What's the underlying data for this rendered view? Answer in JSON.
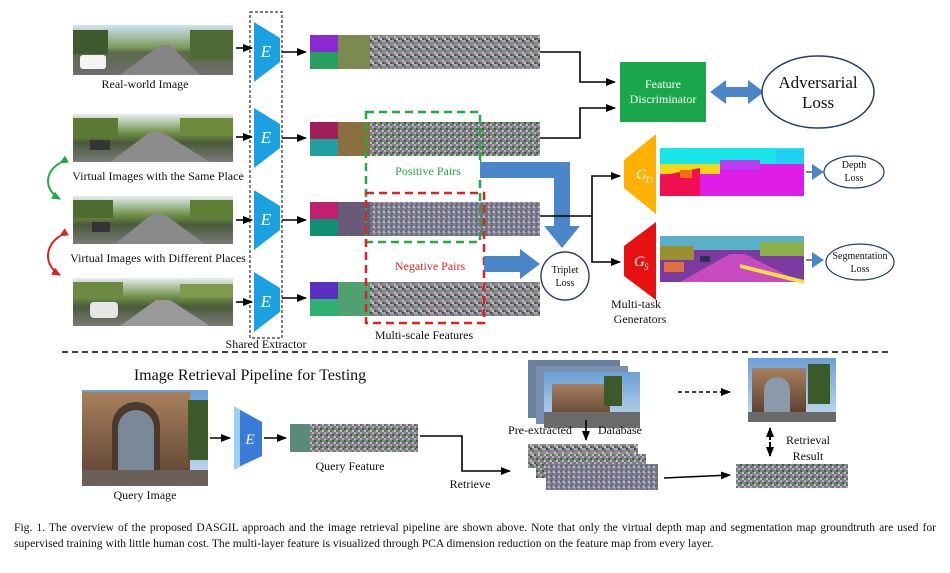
{
  "labels": {
    "real_world_image": "Real-world Image",
    "same_place": "Virtual Images with the Same Place",
    "different_places": "Virtual Images with Different Places",
    "shared_extractor": "Shared Extractor",
    "multi_scale_features": "Multi-scale Features",
    "positive_pairs": "Positive Pairs",
    "negative_pairs": "Negative Pairs",
    "triplet_loss_1": "Triplet",
    "triplet_loss_2": "Loss",
    "feature_discriminator_1": "Feature",
    "feature_discriminator_2": "Discriminator",
    "adversarial_loss_1": "Adversarial",
    "adversarial_loss_2": "Loss",
    "depth_loss_1": "Depth",
    "depth_loss_2": "Loss",
    "segmentation_loss_1": "Segmentation",
    "segmentation_loss_2": "Loss",
    "multitask_1": "Multi-task",
    "multitask_2": "Generators",
    "encoder": "E",
    "gen_depth_letter": "G",
    "gen_depth_sub": "D",
    "gen_seg_letter": "G",
    "gen_seg_sub": "S"
  },
  "pipeline": {
    "title": "Image Retrieval Pipeline for Testing",
    "query_image": "Query Image",
    "query_feature": "Query Feature",
    "retrieve": "Retrieve",
    "pre_extracted": "Pre-extracted",
    "database": "Database",
    "retrieval_1": "Retrieval",
    "retrieval_2": "Result"
  },
  "caption": "Fig. 1.   The overview of the proposed DASGIL approach and the image retrieval pipeline are shown above. Note that only the virtual depth map and segmentation map groundtruth are used for supervised training with little human cost. The multi-layer feature is visualized through PCA dimension reduction on the feature map from every layer.",
  "colors": {
    "encoder_blue": "#1ba1e2",
    "discriminator_green": "#1aa64a",
    "arrow_blue": "#4a86c8",
    "positive_green": "#22aa44",
    "negative_red": "#dd2222",
    "gen_depth_orange": "#ffb000",
    "gen_seg_red": "#e81010"
  }
}
